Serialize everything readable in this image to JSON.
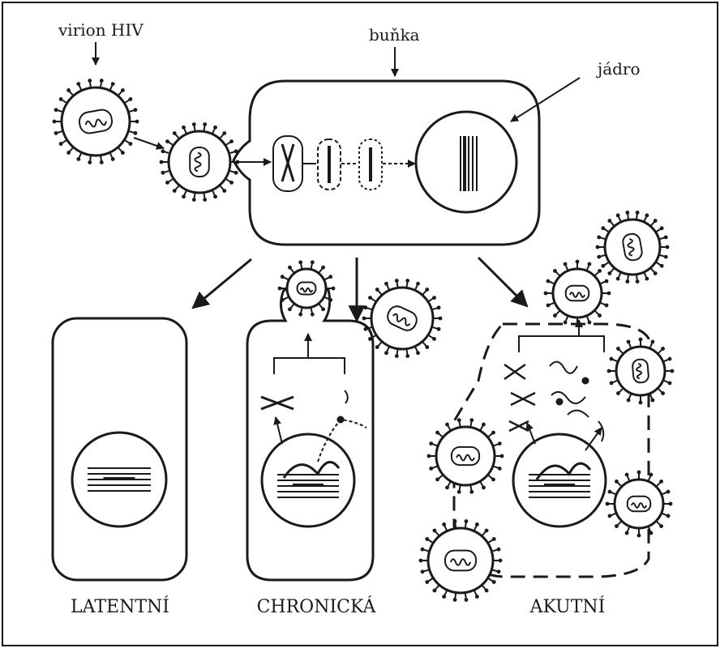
{
  "labels": {
    "virion": "virion HIV",
    "cell": "buňka",
    "nucleus": "jádro",
    "latent": "LATENTNÍ",
    "chronic": "CHRONICKÁ",
    "acute": "AKUTNÍ"
  },
  "colors": {
    "ink": "#1a1a1a",
    "paper": "#ffffff"
  }
}
